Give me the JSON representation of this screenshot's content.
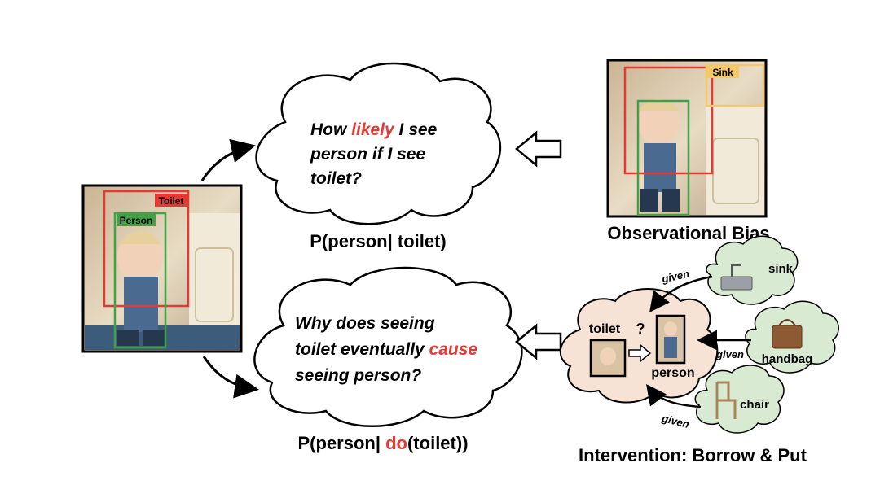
{
  "labels": {
    "toilet_box": "Toilet",
    "person_box": "Person",
    "sink_box": "Sink"
  },
  "top_cloud": {
    "line1_a": "How ",
    "line1_hl": "likely",
    "line1_b": " I see",
    "line2": "person if I see",
    "line3": "toilet?"
  },
  "bottom_cloud": {
    "line1": "Why does seeing",
    "line2_a": "toilet eventually ",
    "line2_hl": "cause",
    "line3": "seeing person?"
  },
  "formulas": {
    "observational": "P(person| toilet)",
    "interventional_a": "P(person| ",
    "interventional_hl": "do",
    "interventional_b": "(toilet))"
  },
  "captions": {
    "observational_bias": "Observational Bias",
    "intervention": "Intervention: Borrow & Put"
  },
  "intervention": {
    "toilet_label": "toilet",
    "question": "?",
    "person_label": "person",
    "objects": [
      {
        "name": "sink",
        "edge_label": "given"
      },
      {
        "name": "handbag",
        "edge_label": "given"
      },
      {
        "name": "chair",
        "edge_label": "given"
      }
    ]
  },
  "colors": {
    "accent_red": "#e53935",
    "toilet_box": "#e53935",
    "person_box": "#43a047",
    "sink_box": "#f3c96a",
    "cloud_fill": "#d9ead3",
    "intervention_cloud_fill": "#f6e3d6"
  }
}
